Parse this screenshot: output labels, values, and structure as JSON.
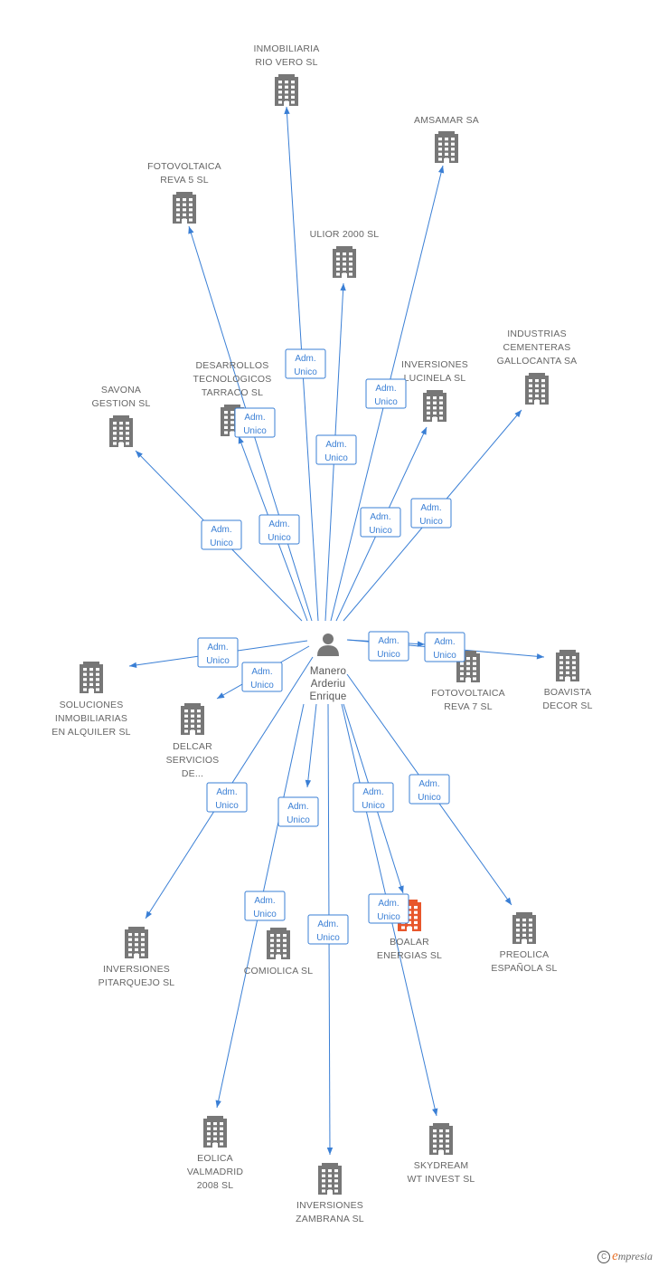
{
  "colors": {
    "edge": "#3a7fd5",
    "building": "#777777",
    "highlight": "#e8572c",
    "person": "#777777",
    "text": "#666666"
  },
  "center": {
    "name_lines": [
      "Manero",
      "Arderiu",
      "Enrique"
    ],
    "icon": "person-icon"
  },
  "badge_lines": [
    "Adm.",
    "Unico"
  ],
  "companies": [
    {
      "id": "inmobiliaria-rio-vero",
      "lines": [
        "INMOBILIARIA",
        "RIO VERO SL"
      ]
    },
    {
      "id": "amsamar",
      "lines": [
        "AMSAMAR SA"
      ]
    },
    {
      "id": "fotovoltaica-reva-5",
      "lines": [
        "FOTOVOLTAICA",
        "REVA 5 SL"
      ]
    },
    {
      "id": "ulior-2000",
      "lines": [
        "ULIOR 2000 SL"
      ]
    },
    {
      "id": "industrias-cementeras",
      "lines": [
        "INDUSTRIAS",
        "CEMENTERAS",
        "GALLOCANTA SA"
      ]
    },
    {
      "id": "desarrollos-tecnologicos",
      "lines": [
        "DESARROLLOS",
        "TECNOLOGICOS",
        "TARRACO SL"
      ]
    },
    {
      "id": "inversiones-lucinela",
      "lines": [
        "INVERSIONES",
        "LUCINELA SL"
      ]
    },
    {
      "id": "savona-gestion",
      "lines": [
        "SAVONA",
        "GESTION SL"
      ]
    },
    {
      "id": "fotovoltaica-reva-7",
      "lines": [
        "FOTOVOLTAICA",
        "REVA 7 SL"
      ]
    },
    {
      "id": "boavista-decor",
      "lines": [
        "BOAVISTA",
        "DECOR SL"
      ]
    },
    {
      "id": "soluciones-inmobiliarias",
      "lines": [
        "SOLUCIONES",
        "INMOBILIARIAS",
        "EN ALQUILER SL"
      ]
    },
    {
      "id": "delcar-servicios",
      "lines": [
        "DELCAR",
        "SERVICIOS",
        "DE..."
      ]
    },
    {
      "id": "inversiones-pitarquejo",
      "lines": [
        "INVERSIONES",
        "PITARQUEJO SL"
      ]
    },
    {
      "id": "comiolica",
      "lines": [
        "COMIOLICA SL"
      ]
    },
    {
      "id": "boalar-energias",
      "lines": [
        "BOALAR",
        "ENERGIAS SL"
      ]
    },
    {
      "id": "preolica-espanola",
      "lines": [
        "PREOLICA",
        "ESPAÑOLA SL"
      ]
    },
    {
      "id": "eolica-valmadrid",
      "lines": [
        "EOLICA",
        "VALMADRID",
        "2008 SL"
      ]
    },
    {
      "id": "inversiones-zambrana",
      "lines": [
        "INVERSIONES",
        "ZAMBRANA SL"
      ]
    },
    {
      "id": "skydream-wt-invest",
      "lines": [
        "SKYDREAM",
        "WT INVEST SL"
      ]
    }
  ],
  "brand": {
    "copyright_mark": "C",
    "first_letter": "e",
    "rest": "mpresia"
  }
}
